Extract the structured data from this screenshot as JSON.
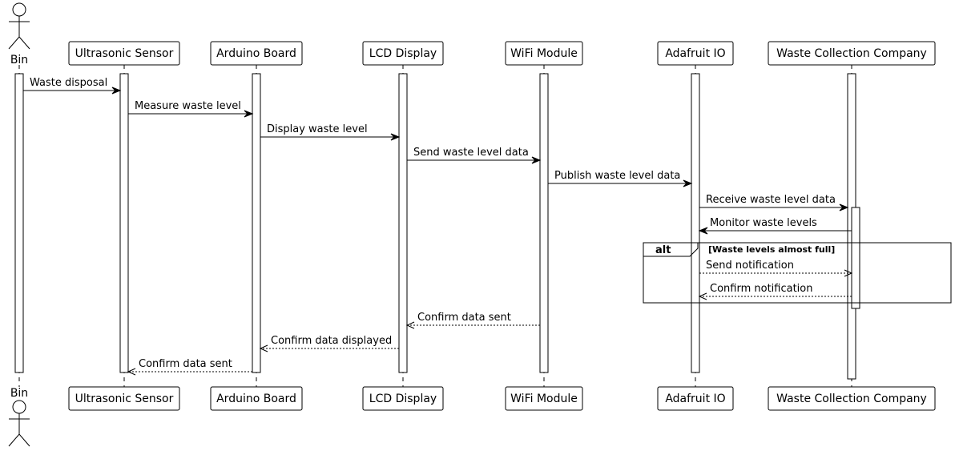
{
  "participants": [
    {
      "id": "bin",
      "label": "Bin",
      "kind": "actor"
    },
    {
      "id": "sensor",
      "label": "Ultrasonic Sensor",
      "kind": "box"
    },
    {
      "id": "arduino",
      "label": "Arduino Board",
      "kind": "box"
    },
    {
      "id": "lcd",
      "label": "LCD Display",
      "kind": "box"
    },
    {
      "id": "wifi",
      "label": "WiFi Module",
      "kind": "box"
    },
    {
      "id": "adafruit",
      "label": "Adafruit IO",
      "kind": "box"
    },
    {
      "id": "company",
      "label": "Waste Collection Company",
      "kind": "box"
    }
  ],
  "messages": [
    {
      "from": "bin",
      "to": "sensor",
      "label": "Waste disposal",
      "style": "solid"
    },
    {
      "from": "sensor",
      "to": "arduino",
      "label": "Measure waste level",
      "style": "solid"
    },
    {
      "from": "arduino",
      "to": "lcd",
      "label": "Display waste level",
      "style": "solid"
    },
    {
      "from": "lcd",
      "to": "wifi",
      "label": "Send waste level data",
      "style": "solid"
    },
    {
      "from": "wifi",
      "to": "adafruit",
      "label": "Publish waste level data",
      "style": "solid"
    },
    {
      "from": "adafruit",
      "to": "company",
      "label": "Receive waste level data",
      "style": "solid"
    },
    {
      "from": "company",
      "to": "adafruit",
      "label": "Monitor waste levels",
      "style": "solid"
    },
    {
      "from": "adafruit",
      "to": "company",
      "label": "Send notification",
      "style": "dashed"
    },
    {
      "from": "company",
      "to": "adafruit",
      "label": "Confirm notification",
      "style": "dashed"
    },
    {
      "from": "wifi",
      "to": "lcd",
      "label": "Confirm data sent",
      "style": "dashed"
    },
    {
      "from": "lcd",
      "to": "arduino",
      "label": "Confirm data displayed",
      "style": "dashed"
    },
    {
      "from": "arduino",
      "to": "sensor",
      "label": "Confirm data sent",
      "style": "dashed"
    }
  ],
  "alt_fragment": {
    "keyword": "alt",
    "guard": "[Waste levels almost full]"
  }
}
